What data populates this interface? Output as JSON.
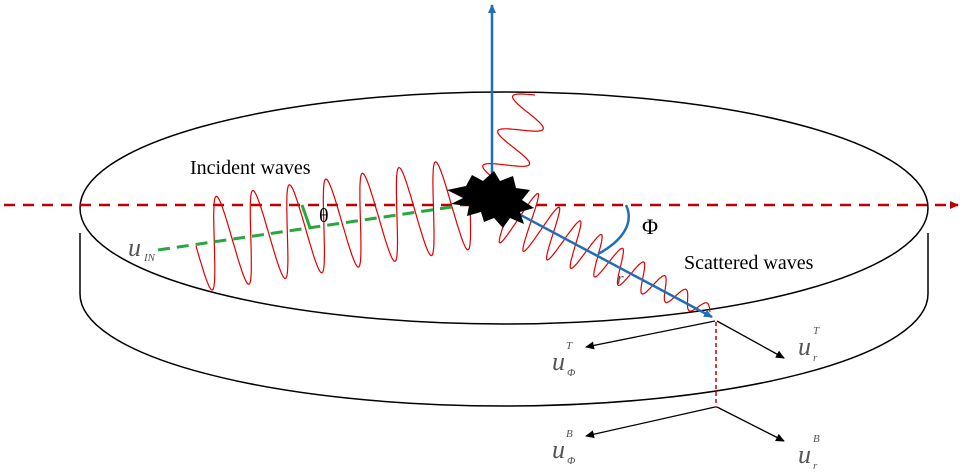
{
  "labels": {
    "incident": "Incident waves",
    "scattered": "Scattered waves",
    "theta": "θ",
    "phi": "Φ",
    "r": "r"
  },
  "vectors": {
    "u_in": {
      "base": "u",
      "sub": "IN"
    },
    "u_phi_top": {
      "base": "u",
      "sub": "Φ",
      "sup": "T"
    },
    "u_r_top": {
      "base": "u",
      "sub": "r",
      "sup": "T"
    },
    "u_phi_bottom": {
      "base": "u",
      "sub": "Φ",
      "sup": "B"
    },
    "u_r_bottom": {
      "base": "u",
      "sub": "r",
      "sup": "B"
    }
  },
  "colors": {
    "outline": "#000000",
    "axis_dashed": "#c00000",
    "wave": "#e00000",
    "blue": "#1f6fb8",
    "green_dashed": "#2aa640",
    "scatterer": "#000000"
  }
}
